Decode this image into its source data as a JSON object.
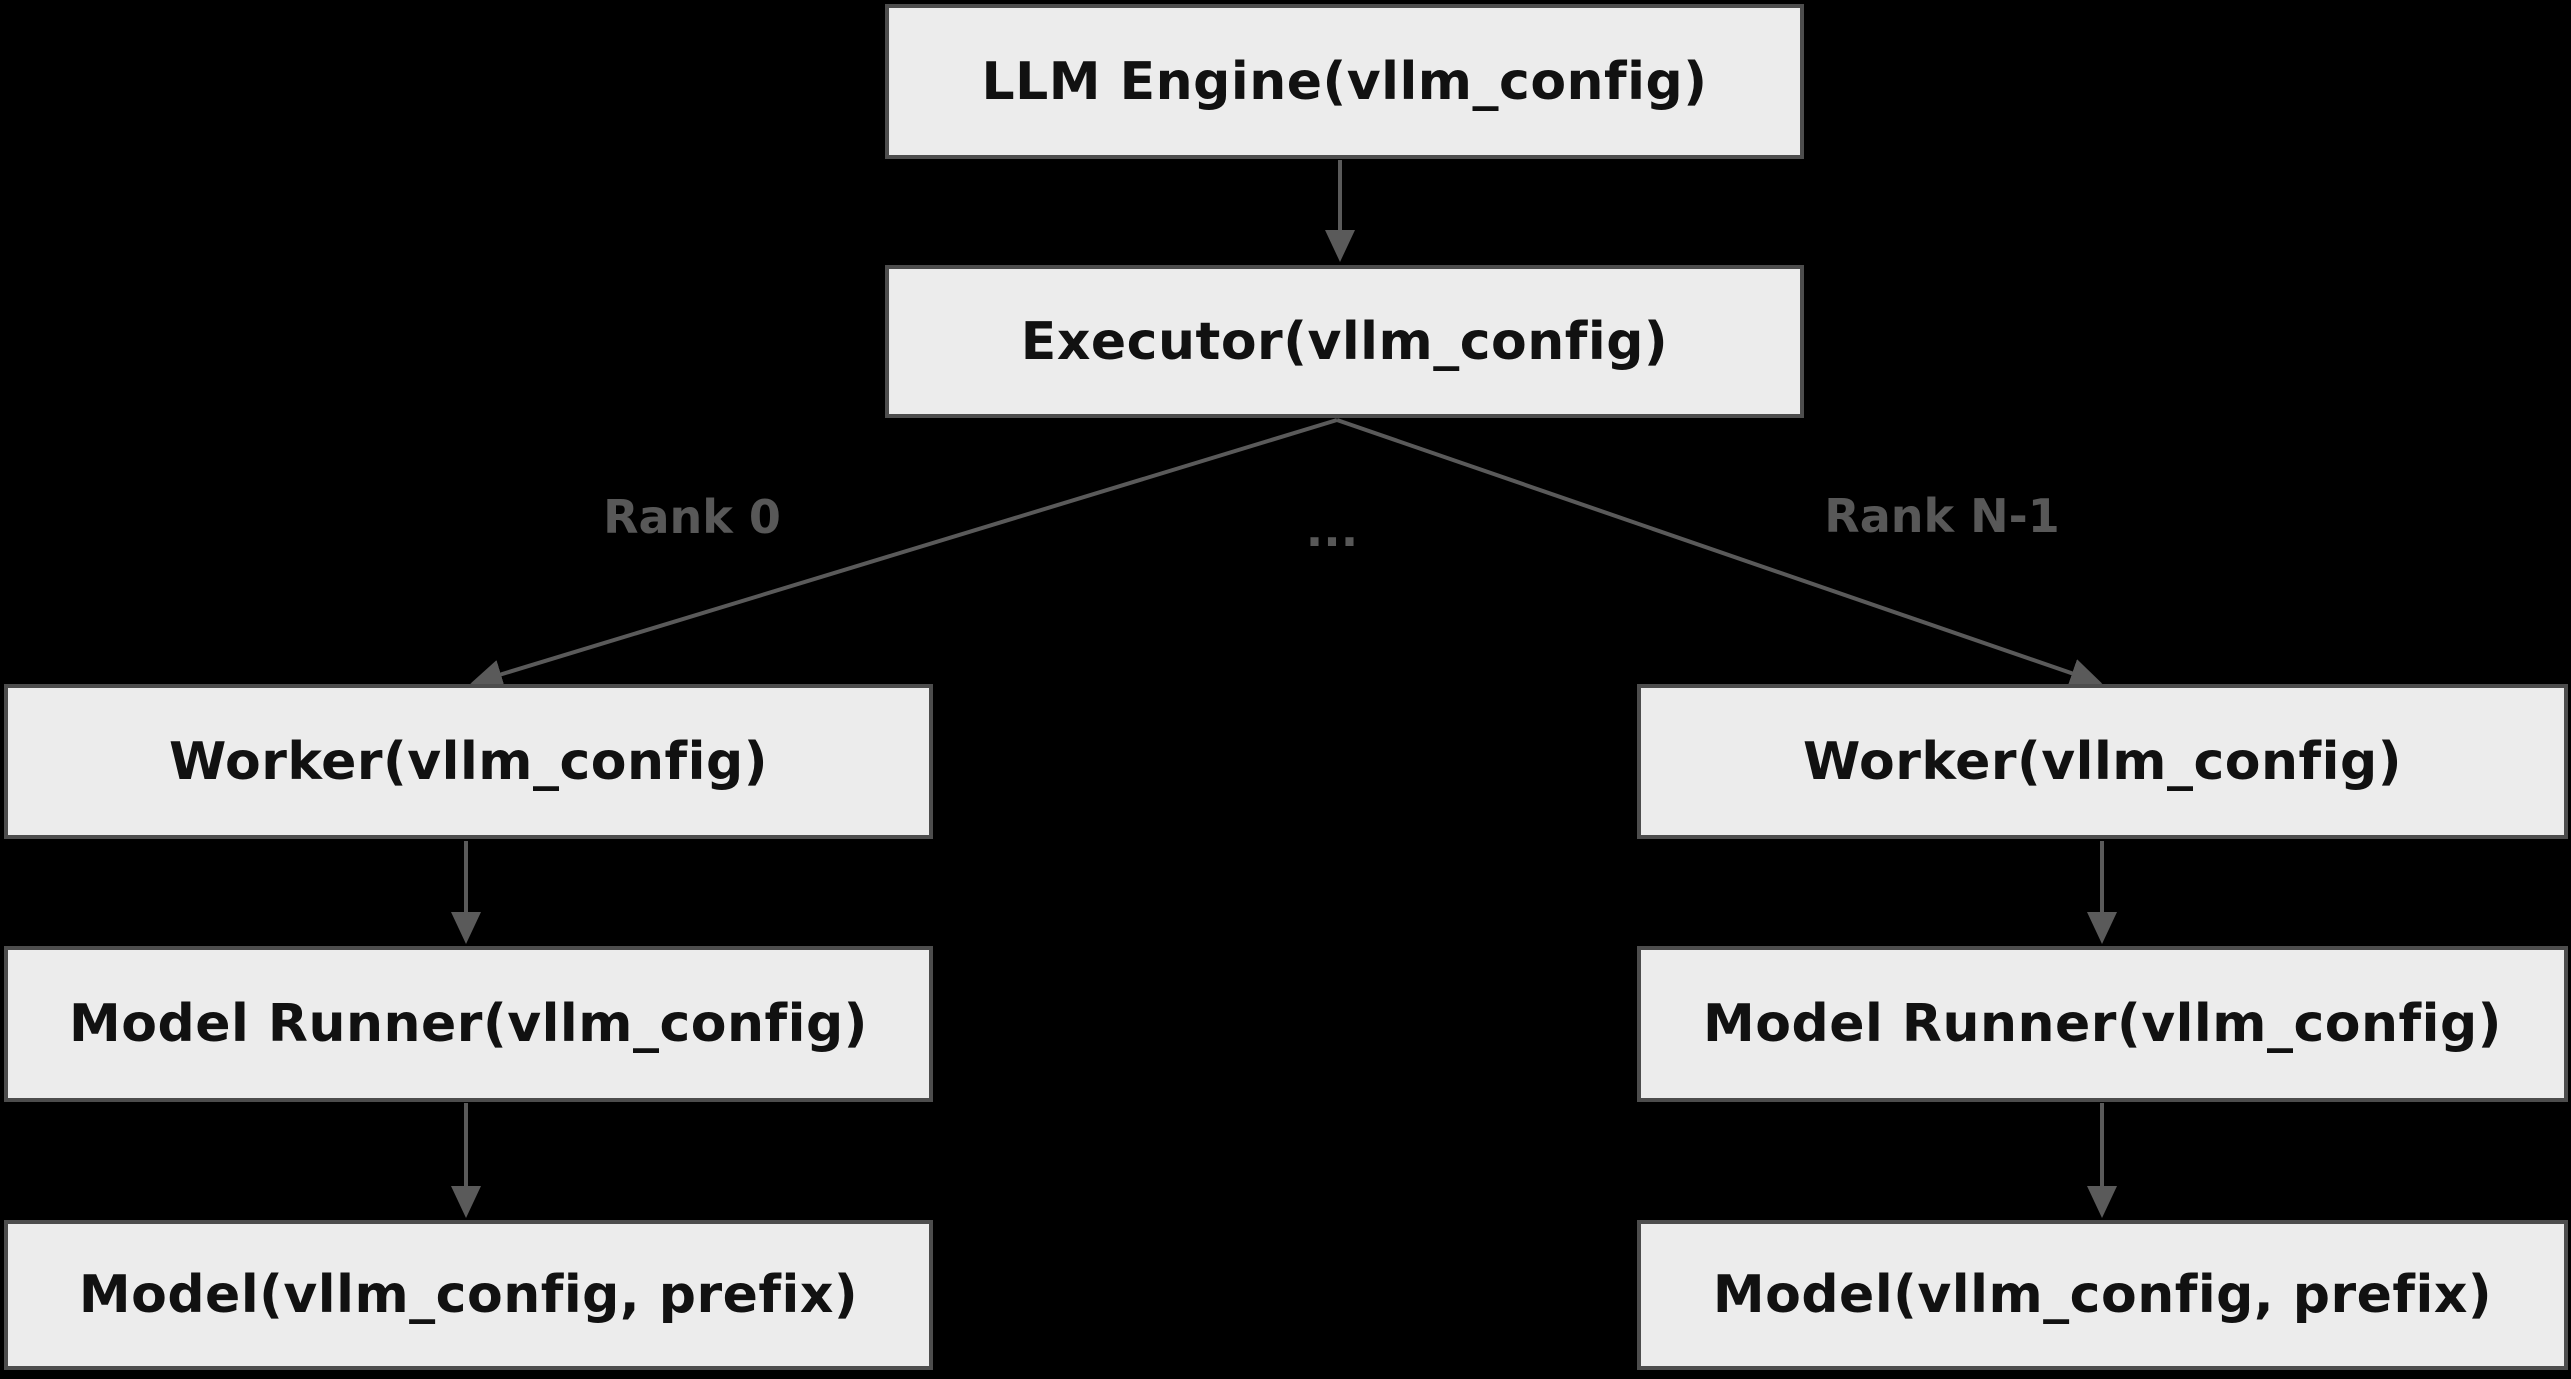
{
  "diagram": {
    "type": "flowchart",
    "background_color": "#000000",
    "node_style": {
      "fill": "#ececec",
      "border_color": "#4d4d4d",
      "text_color": "#111111"
    },
    "edge_style": {
      "line_color": "#5a5a5a",
      "label_color": "#585858"
    },
    "root": {
      "label": "LLM Engine(vllm_config)"
    },
    "executor": {
      "label": "Executor(vllm_config)"
    },
    "edge_labels": {
      "left": "Rank 0",
      "middle": "...",
      "right": "Rank N-1"
    },
    "left_branch": {
      "worker": {
        "label": "Worker(vllm_config)"
      },
      "model_runner": {
        "label": "Model Runner(vllm_config)"
      },
      "model": {
        "label": "Model(vllm_config, prefix)"
      }
    },
    "right_branch": {
      "worker": {
        "label": "Worker(vllm_config)"
      },
      "model_runner": {
        "label": "Model Runner(vllm_config)"
      },
      "model": {
        "label": "Model(vllm_config, prefix)"
      }
    }
  }
}
